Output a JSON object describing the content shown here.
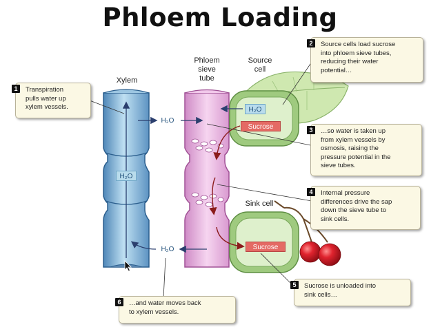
{
  "title": "Phloem Loading",
  "labels": {
    "xylem": "Xylem",
    "phloem": "Phloem\nsieve\ntube",
    "source_cell": "Source\ncell",
    "sink_cell": "Sink cell"
  },
  "chips": {
    "h2o_source": "H₂O",
    "sucrose_source": "Sucrose",
    "h2o_xylem_top": "H₂O",
    "h2o_xylem_mid": "H₂O",
    "h2o_xylem_bottom": "H₂O",
    "sucrose_sink": "Sucrose"
  },
  "steps": [
    {
      "number": "1",
      "text": "Transpiration\npulls water up\nxylem vessels."
    },
    {
      "number": "2",
      "text": "Source cells load sucrose\ninto phloem sieve tubes,\nreducing their water\npotential…"
    },
    {
      "number": "3",
      "text": "…so water is taken up\nfrom xylem vessels by\nosmosis, raising the\npressure potential in the\nsieve tubes."
    },
    {
      "number": "4",
      "text": "Internal pressure\ndifferences drive the sap\ndown the sieve tube to\nsink cells."
    },
    {
      "number": "5",
      "text": "Sucrose is unloaded into\nsink cells…"
    },
    {
      "number": "6",
      "text": "…and water moves back\nto xylem vessels."
    }
  ],
  "colors": {
    "xylem": "#7fb3d8",
    "phloem": "#e6b1dc",
    "cell_wall": "#a9cf8c",
    "cell_inner": "#d9ecc7",
    "leaf": "#c8e3a6",
    "cherry": "#d81f2a",
    "box_fill": "#fbf8e4"
  }
}
